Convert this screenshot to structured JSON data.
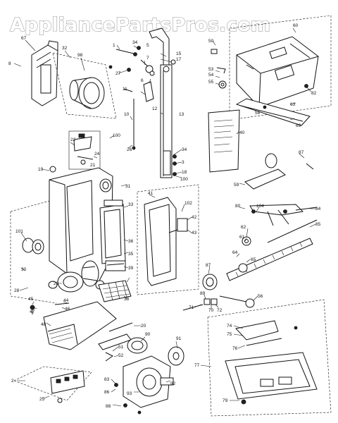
{
  "watermark": "AppliancePartsPros.com",
  "callouts": [
    {
      "id": "c67",
      "text": "67"
    },
    {
      "id": "c32",
      "text": "32"
    },
    {
      "id": "c98",
      "text": "98"
    },
    {
      "id": "c8",
      "text": "8"
    },
    {
      "id": "c1",
      "text": "1"
    },
    {
      "id": "c34a",
      "text": "34"
    },
    {
      "id": "c5",
      "text": "5"
    },
    {
      "id": "c15",
      "text": "15"
    },
    {
      "id": "c17",
      "text": "17"
    },
    {
      "id": "c27",
      "text": "27"
    },
    {
      "id": "c7",
      "text": "7"
    },
    {
      "id": "c6",
      "text": "6"
    },
    {
      "id": "c11",
      "text": "11"
    },
    {
      "id": "c12",
      "text": "12"
    },
    {
      "id": "c10",
      "text": "10"
    },
    {
      "id": "c13",
      "text": "13"
    },
    {
      "id": "c100a",
      "text": "100"
    },
    {
      "id": "c26",
      "text": "26"
    },
    {
      "id": "c34b",
      "text": "34"
    },
    {
      "id": "c3",
      "text": "3"
    },
    {
      "id": "c18",
      "text": "18"
    },
    {
      "id": "c100b",
      "text": "100"
    },
    {
      "id": "c22",
      "text": "22"
    },
    {
      "id": "c24",
      "text": "24"
    },
    {
      "id": "c21",
      "text": "21"
    },
    {
      "id": "c19",
      "text": "19"
    },
    {
      "id": "c50",
      "text": "50"
    },
    {
      "id": "c60",
      "text": "60"
    },
    {
      "id": "c53",
      "text": "53"
    },
    {
      "id": "c54",
      "text": "54"
    },
    {
      "id": "c55",
      "text": "55"
    },
    {
      "id": "c82",
      "text": "82"
    },
    {
      "id": "c63",
      "text": "63"
    },
    {
      "id": "c58",
      "text": "58"
    },
    {
      "id": "c69",
      "text": "69"
    },
    {
      "id": "c40",
      "text": "40"
    },
    {
      "id": "c31",
      "text": "31"
    },
    {
      "id": "c87a",
      "text": "87"
    },
    {
      "id": "c59",
      "text": "59"
    },
    {
      "id": "c102",
      "text": "102"
    },
    {
      "id": "c42",
      "text": "42"
    },
    {
      "id": "c43",
      "text": "43"
    },
    {
      "id": "c41",
      "text": "41"
    },
    {
      "id": "c84",
      "text": "84"
    },
    {
      "id": "c85",
      "text": "85"
    },
    {
      "id": "c80",
      "text": "80"
    },
    {
      "id": "c104",
      "text": "104"
    },
    {
      "id": "c62",
      "text": "62"
    },
    {
      "id": "c61",
      "text": "61"
    },
    {
      "id": "c64",
      "text": "64"
    },
    {
      "id": "c65",
      "text": "65"
    },
    {
      "id": "c87b",
      "text": "87"
    },
    {
      "id": "c101",
      "text": "101"
    },
    {
      "id": "c30",
      "text": "30"
    },
    {
      "id": "c33",
      "text": "33"
    },
    {
      "id": "c36",
      "text": "36"
    },
    {
      "id": "c35",
      "text": "35"
    },
    {
      "id": "c39",
      "text": "39"
    },
    {
      "id": "c29",
      "text": "29"
    },
    {
      "id": "c28",
      "text": "28"
    },
    {
      "id": "c45",
      "text": "45"
    },
    {
      "id": "c47",
      "text": "47"
    },
    {
      "id": "c44",
      "text": "44"
    },
    {
      "id": "c46",
      "text": "46"
    },
    {
      "id": "c38",
      "text": "38"
    },
    {
      "id": "c48",
      "text": "48"
    },
    {
      "id": "c20",
      "text": "20"
    },
    {
      "id": "c89",
      "text": "89"
    },
    {
      "id": "c70",
      "text": "70"
    },
    {
      "id": "c71",
      "text": "71"
    },
    {
      "id": "c72",
      "text": "72"
    },
    {
      "id": "c56",
      "text": "56"
    },
    {
      "id": "c74",
      "text": "74"
    },
    {
      "id": "c75",
      "text": "75"
    },
    {
      "id": "c76",
      "text": "76"
    },
    {
      "id": "c90",
      "text": "90"
    },
    {
      "id": "c91",
      "text": "91"
    },
    {
      "id": "c51",
      "text": "51"
    },
    {
      "id": "c52",
      "text": "52"
    },
    {
      "id": "c92",
      "text": "92"
    },
    {
      "id": "c2",
      "text": "2"
    },
    {
      "id": "c25",
      "text": "25"
    },
    {
      "id": "c83",
      "text": "83"
    },
    {
      "id": "c86",
      "text": "86"
    },
    {
      "id": "c93",
      "text": "93"
    },
    {
      "id": "c88",
      "text": "88"
    },
    {
      "id": "c77",
      "text": "77"
    },
    {
      "id": "c79",
      "text": "79"
    }
  ]
}
